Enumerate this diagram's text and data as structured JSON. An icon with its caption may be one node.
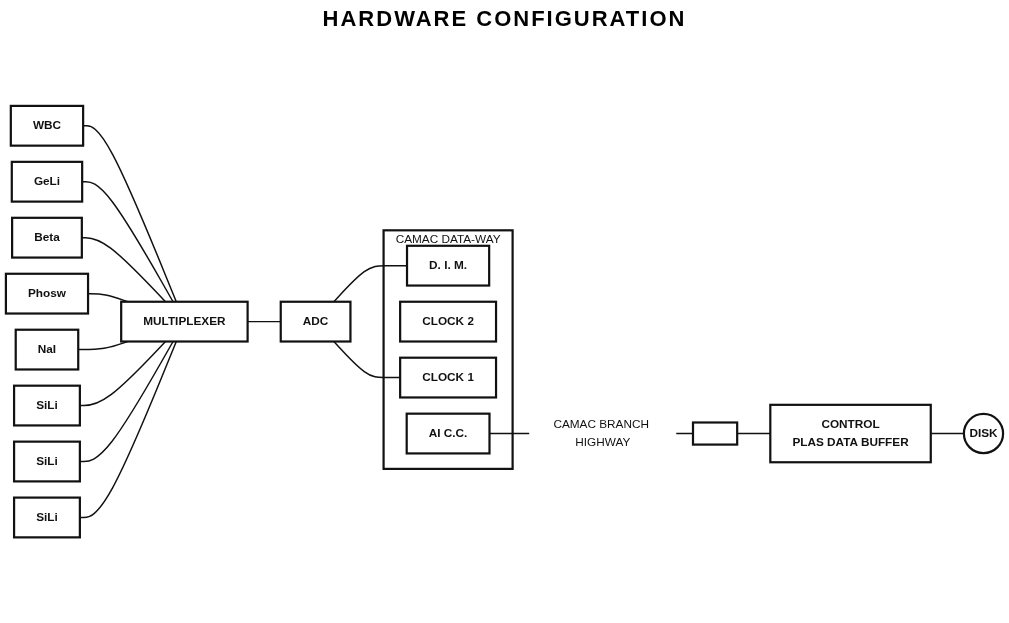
{
  "diagram": {
    "title": "HARDWARE CONFIGURATION",
    "nodes": [
      {
        "text": [
          "WBC"
        ]
      },
      {
        "text": [
          "GeLi"
        ]
      },
      {
        "text": [
          "Beta"
        ]
      },
      {
        "text": [
          "Phosw"
        ]
      },
      {
        "text": [
          "NaI"
        ]
      },
      {
        "text": [
          "SiLi"
        ]
      },
      {
        "text": [
          "SiLi"
        ]
      },
      {
        "text": [
          "SiLi"
        ]
      },
      {
        "text": [
          "MULTIPLEXER"
        ]
      },
      {
        "text": [
          "ADC"
        ]
      },
      {
        "text": [
          "CAMAC DATA-WAY"
        ]
      },
      {
        "text": [
          "D. I. M."
        ],
        "in": 10
      },
      {
        "text": [
          "CLOCK 2"
        ],
        "in": 10
      },
      {
        "text": [
          "CLOCK 1"
        ],
        "in": 10
      },
      {
        "text": [
          "AI C.C."
        ],
        "in": 10
      },
      {
        "text": [],
        "shape": "box"
      },
      {
        "text": [
          "CONTROL",
          "PLAS DATA BUFFER"
        ]
      },
      {
        "text": [
          "DISK"
        ]
      }
    ],
    "edges": [
      {
        "from": 0,
        "to": 8,
        "arrow": "none"
      },
      {
        "from": 1,
        "to": 8,
        "arrow": "none"
      },
      {
        "from": 2,
        "to": 8,
        "arrow": "none"
      },
      {
        "from": 3,
        "to": 8,
        "arrow": "none"
      },
      {
        "from": 4,
        "to": 8,
        "arrow": "none"
      },
      {
        "from": 5,
        "to": 8,
        "arrow": "none"
      },
      {
        "from": 6,
        "to": 8,
        "arrow": "none"
      },
      {
        "from": 7,
        "to": 8,
        "arrow": "none"
      },
      {
        "from": 8,
        "to": 9,
        "arrow": "none"
      },
      {
        "from": 9,
        "to": 11,
        "arrow": "none"
      },
      {
        "from": 9,
        "to": 13,
        "arrow": "none"
      },
      {
        "from": 14,
        "to": 15,
        "arrow": "none",
        "label": "CAMAC BRANCH HIGHWAY"
      },
      {
        "from": 15,
        "to": 16,
        "arrow": "none"
      },
      {
        "from": 16,
        "to": 17,
        "arrow": "none"
      }
    ]
  }
}
